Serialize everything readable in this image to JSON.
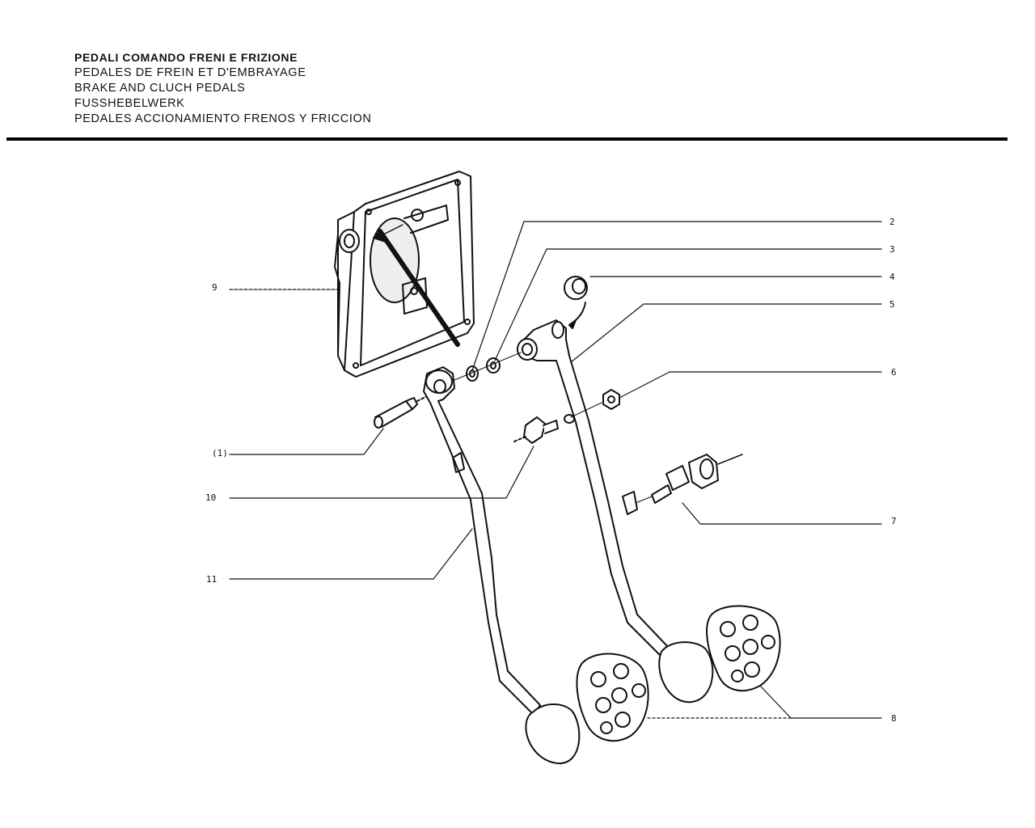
{
  "header": {
    "title_it": "PEDALI COMANDO FRENI E FRIZIONE",
    "title_fr": "PEDALES DE FREIN ET D'EMBRAYAGE",
    "title_en": "BRAKE AND CLUCH PEDALS",
    "title_de": "FUSSHEBELWERK",
    "title_es": "PEDALES ACCIONAMIENTO FRENOS Y FRICCION"
  },
  "callouts": {
    "c1": "(1)",
    "c2": "2",
    "c3": "3",
    "c4": "4",
    "c5": "5",
    "c6": "6",
    "c7": "7",
    "c8": "8",
    "c9": "9",
    "c10": "10",
    "c11": "11"
  },
  "colors": {
    "ink": "#111111",
    "background": "#ffffff"
  }
}
